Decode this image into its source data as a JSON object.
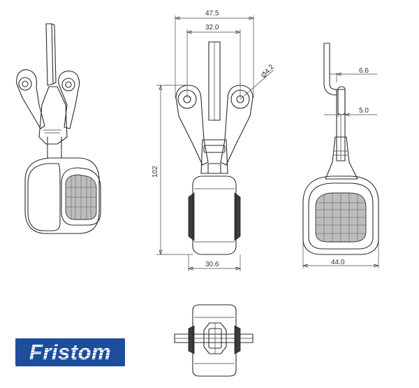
{
  "drawing": {
    "dimensions": {
      "overall_width": "47.5",
      "hole_spacing": "32.0",
      "hole_diameter": "Ø4.2",
      "height": "102",
      "housing_width": "30.6",
      "bracket_offset": "6.6",
      "bracket_thickness": "5.0",
      "side_width": "44.0"
    }
  },
  "brand": {
    "logo_text": "Fristom",
    "logo_color": "#1e4d9b"
  }
}
